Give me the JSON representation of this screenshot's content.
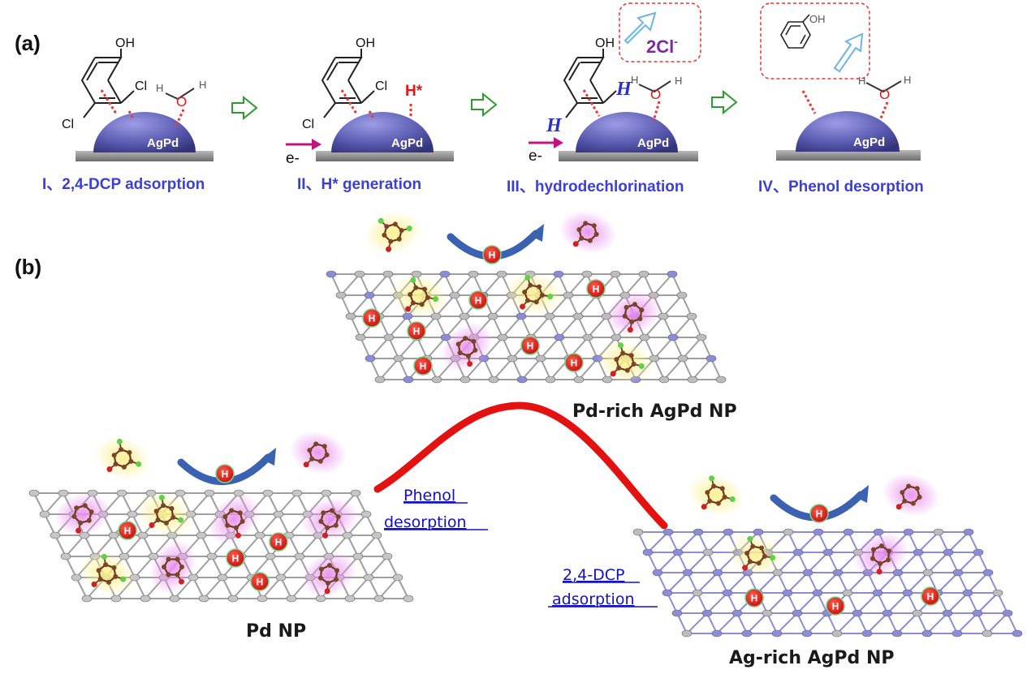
{
  "panel_a": {
    "label": "(a)",
    "steps": [
      {
        "title": "I、2,4-DCP adsorption"
      },
      {
        "title": "II、H* generation"
      },
      {
        "title": "III、hydrodechlorination"
      },
      {
        "title": "IV、Phenol desorption"
      }
    ],
    "particle_label": "AgPd",
    "atoms": {
      "oh": "OH",
      "cl": "Cl",
      "h": "H",
      "o": "O",
      "h_star": "H*",
      "h_italic": "H",
      "electron": "e-"
    },
    "released_ion": "2Cl",
    "released_ion_charge": "-"
  },
  "panel_b": {
    "label": "(b)",
    "h_atom": "H",
    "lattices": [
      {
        "name": "Pd-rich AgPd NP"
      },
      {
        "name": "Pd NP"
      },
      {
        "name": "Ag-rich AgPd NP"
      }
    ],
    "curve_labels": {
      "left_line1": "Phenol",
      "left_line2": "desorption",
      "right_line1": "2,4-DCP",
      "right_line2": "adsorption"
    }
  },
  "colors": {
    "particle": "#5a5ab0",
    "step_title": "#3b3fd6",
    "hydrogen_ball": "#d81818",
    "volcano_curve": "#e41111",
    "arrow_green": "#2e9b2e",
    "electron_arrow": "#c0157f",
    "pd_lattice": "#9a9a9a",
    "ag_lattice": "#8c8cd8"
  }
}
